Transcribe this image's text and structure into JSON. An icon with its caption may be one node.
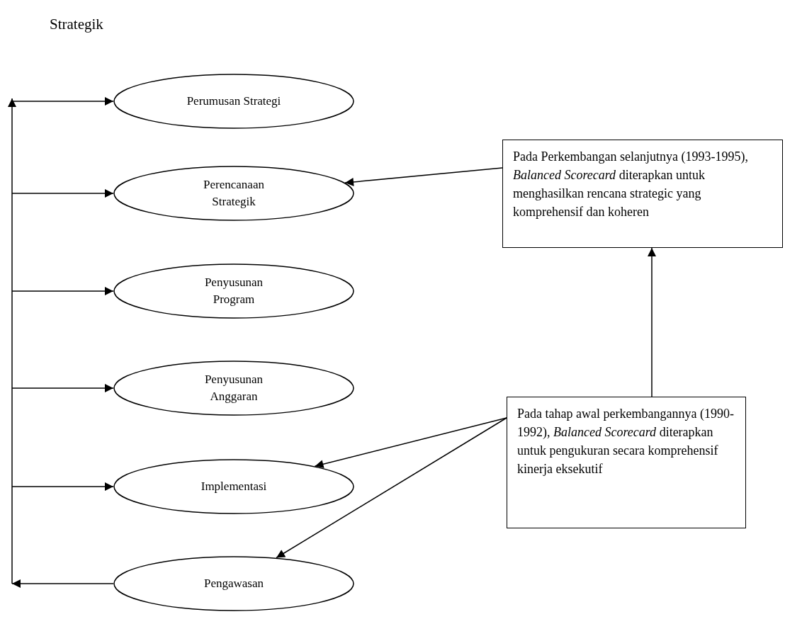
{
  "diagram": {
    "title": "Strategik",
    "nodes": [
      {
        "text": [
          "Perumusan Strategi"
        ]
      },
      {
        "text": [
          "Perencanaan Strategik"
        ]
      },
      {
        "text": [
          "Penyusunan Program"
        ]
      },
      {
        "text": [
          "Penyusunan Anggaran"
        ]
      },
      {
        "text": [
          "Implementasi"
        ]
      },
      {
        "text": [
          "Pengawasan"
        ]
      },
      {
        "text": [
          "Pada Perkembangan selanjutnya (1993-1995), *Balanced Scorecard* diterapkan untuk menghasilkan rencana strategic yang komprehensif dan koheren"
        ]
      },
      {
        "text": [
          "Pada tahap awal perkembangannya (1990-1992), *Balanced Scorecard* diterapkan untuk pengukuran secara komprehensif kinerja eksekutif"
        ]
      }
    ],
    "edges": [
      {
        "from": 5,
        "to": 0,
        "arrow": "to"
      },
      {
        "from": 5,
        "to": 1,
        "arrow": "to"
      },
      {
        "from": 5,
        "to": 2,
        "arrow": "to"
      },
      {
        "from": 5,
        "to": 3,
        "arrow": "to"
      },
      {
        "from": 5,
        "to": 4,
        "arrow": "to"
      },
      {
        "from": 6,
        "to": 1,
        "arrow": "to"
      },
      {
        "from": 7,
        "to": 4,
        "arrow": "to"
      },
      {
        "from": 7,
        "to": 5,
        "arrow": "to"
      },
      {
        "from": 7,
        "to": 6,
        "arrow": "to"
      }
    ]
  }
}
